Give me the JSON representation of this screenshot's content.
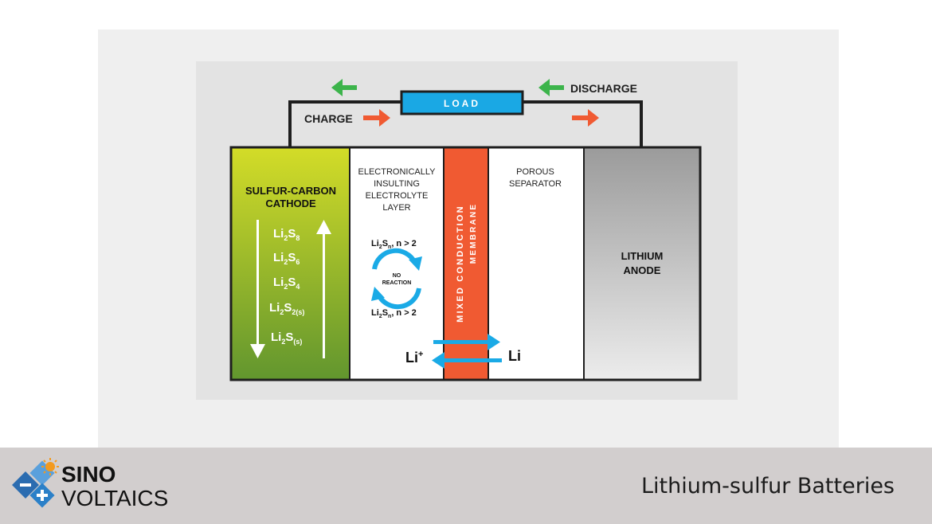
{
  "diagram": {
    "load_label": "LOAD",
    "discharge_label": "DISCHARGE",
    "charge_label": "CHARGE",
    "cathode": {
      "title_line1": "SULFUR-CARBON",
      "title_line2": "CATHODE",
      "species": [
        {
          "base": "Li",
          "sub1": "2",
          "mid": "S",
          "sub2": "8"
        },
        {
          "base": "Li",
          "sub1": "2",
          "mid": "S",
          "sub2": "6"
        },
        {
          "base": "Li",
          "sub1": "2",
          "mid": "S",
          "sub2": "4"
        },
        {
          "base": "Li",
          "sub1": "2",
          "mid": "S",
          "sub2": "2(s)"
        },
        {
          "base": "Li",
          "sub1": "2",
          "mid": "S",
          "sub2": "(s)"
        }
      ]
    },
    "electrolyte": {
      "lines": [
        "ELECTRONICALLY",
        "INSULTING",
        "ELECTROLYTE",
        "LAYER"
      ],
      "top_species": {
        "a": "Li",
        "b": "2",
        "c": "S",
        "d": "n",
        "e": ", n > 2"
      },
      "bottom_species": {
        "a": "Li",
        "b": "2",
        "c": "S",
        "d": "n",
        "e": ", n > 2"
      },
      "cycle_line1": "NO",
      "cycle_line2": "REACTION",
      "li_ion": "Li",
      "li_ion_sup": "+"
    },
    "membrane": {
      "line1": "MIXED CONDUCTION",
      "line2": "MEMBRANE"
    },
    "separator": {
      "line1": "POROUS",
      "line2": "SEPARATOR",
      "li_metal": "Li"
    },
    "anode": {
      "line1": "LITHIUM",
      "line2": "ANODE"
    },
    "colors": {
      "cathode_top": "#d4dc28",
      "cathode_bottom": "#64962d",
      "membrane": "#f05a32",
      "load": "#1aaae6",
      "arrow_green": "#3cb44b",
      "arrow_orange": "#f05a32",
      "cycle_blue": "#1aaae6"
    }
  },
  "footer": {
    "title": "Lithium-sulfur Batteries",
    "logo_line1": "SINO",
    "logo_line2": "VOLTAICS"
  }
}
